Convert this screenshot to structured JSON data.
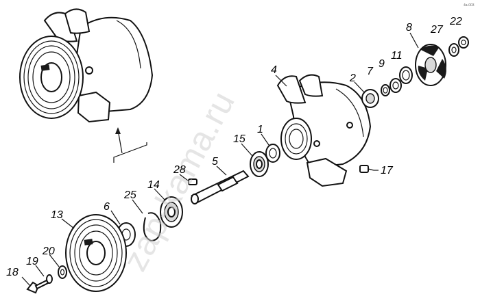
{
  "watermark": "zap-kama.ru",
  "corner_code": "4a-003",
  "callouts": [
    "1",
    "2",
    "4",
    "5",
    "6",
    "7",
    "8",
    "9",
    "11",
    "13",
    "14",
    "15",
    "17",
    "18",
    "19",
    "20",
    "22",
    "25",
    "27",
    "28"
  ]
}
